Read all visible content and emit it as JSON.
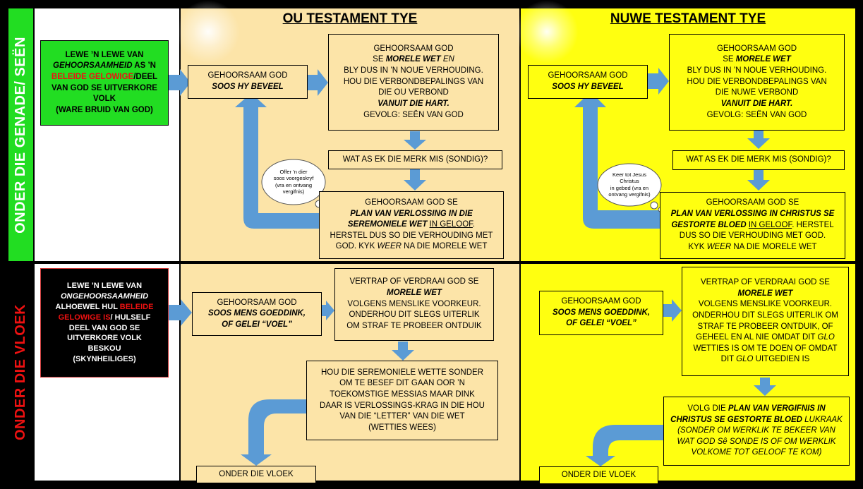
{
  "colors": {
    "ot_panel": "#fce4a8",
    "nt_panel": "#ffff10",
    "green_bar": "#22dd22",
    "arrow_blue": "#5b9bd5",
    "red_text": "#ee1111"
  },
  "headers": {
    "ot": "OU TESTAMENT TYE",
    "nt": "NUWE TESTAMENT TYE"
  },
  "sidebar": {
    "blessing": "ONDER DIE GENADE/ SEËN",
    "curse": "ONDER DIE VLOEK"
  },
  "blessing_box": {
    "l1": "LEWE ’N LEWE VAN",
    "l2a": "GEHOORSAAMHEID",
    "l2b": " AS ’N",
    "l3a": "BELEIDE GELOWIGE",
    "l3b": "/DEEL",
    "l4": "VAN GOD SE UITVERKORE",
    "l5": "VOLK",
    "l6": "(WARE BRUID VAN GOD)"
  },
  "curse_box": {
    "l1": "LEWE ’N LEWE VAN",
    "l2": "ONGEHOORSAAMHEID",
    "l3a": "ALHOEWEL HUL ",
    "l3b": "BELEIDE",
    "l4a": "GELOWIGE IS",
    "l4b": "/ HULSELF",
    "l5": "DEEL VAN GOD SE",
    "l6": "UITVERKORE VOLK",
    "l7": "BESKOU",
    "l8": "(SKYNHEILIGES)"
  },
  "ot_top": {
    "obey": {
      "l1": "GEHOORSAAM GOD",
      "l2": "SOOS HY BEVEEL"
    },
    "moral": {
      "l1": "GEHOORSAAM GOD",
      "l2a": "SE ",
      "l2b": "MORELE WET",
      "l2c": " EN",
      "l3": "BLY DUS IN ’N NOUE VERHOUDING.",
      "l4": "HOU DIE VERBONDBEPALINGS VAN",
      "l5": "DIE OU VERBOND",
      "l6": "VANUIT DIE HART.",
      "l7": "GEVOLG: SEËN VAN GOD"
    },
    "sin": "WAT AS EK DIE MERK MIS (SONDIG)?",
    "cloud": {
      "l1": "Offer ’n dier",
      "l2": "soos voorgeskryf",
      "l3": "(vra en ontvang",
      "l4": "vergifnis)"
    },
    "plan": {
      "l1": "GEHOORSAAM GOD SE",
      "l2": "PLAN VAN VERLOSSING IN DIE",
      "l3a": "SEREMONIELE WET",
      "l3b": " ",
      "l3c": "IN GELOOF",
      "l3d": ".",
      "l4": "HERSTEL DUS SO DIE VERHOUDING MET",
      "l5a": "GOD. KYK ",
      "l5b": "WEER",
      "l5c": " NA DIE MORELE WET"
    }
  },
  "nt_top": {
    "obey": {
      "l1": "GEHOORSAAM GOD",
      "l2": "SOOS HY BEVEEL"
    },
    "moral": {
      "l1": "GEHOORSAAM GOD",
      "l2a": "SE ",
      "l2b": "MORELE WET",
      "l3": "BLY DUS IN ’N NOUE VERHOUDING.",
      "l4": "HOU DIE VERBONDBEPALINGS VAN",
      "l5": "DIE NUWE VERBOND",
      "l6": "VANUIT DIE HART.",
      "l7": "GEVOLG: SEËN VAN GOD"
    },
    "sin": "WAT AS EK DIE MERK MIS (SONDIG)?",
    "cloud": {
      "l1": "Keer tot Jesus",
      "l2": "Christus",
      "l3": "in gebed (vra en",
      "l4": "ontvang vergifnis)"
    },
    "plan": {
      "l1": "GEHOORSAAM GOD SE",
      "l2": "PLAN VAN VERLOSSING IN CHRISTUS SE",
      "l3a": "GESTORTE BLOED",
      "l3b": " ",
      "l3c": "IN GELOOF",
      "l3d": ". HERSTEL",
      "l4": "DUS SO DIE VERHOUDING MET GOD.",
      "l5a": "KYK ",
      "l5b": "WEER",
      "l5c": " NA DIE MORELE WET"
    }
  },
  "ot_bottom": {
    "obey": {
      "l1": "GEHOORSAAM GOD",
      "l2": "SOOS MENS GOEDDINK,",
      "l3": "OF GELEI “VOEL”"
    },
    "moral": {
      "l1": "VERTRAP OF VERDRAAI GOD SE",
      "l2": "MORELE WET",
      "l3": "VOLGENS MENSLIKE VOORKEUR.",
      "l4": "ONDERHOU DIT SLEGS UITERLIK",
      "l5": "OM STRAF TE PROBEER ONTDUIK"
    },
    "cer": {
      "l1": "HOU DIE SEREMONIELE WETTE SONDER",
      "l2": "OM TE BESEF DIT GAAN OOR ’N",
      "l3": "TOEKOMSTIGE MESSIAS MAAR DINK",
      "l4": "DAAR IS VERLOSSINGS-KRAG IN DIE HOU",
      "l5": "VAN DIE “LETTER” VAN DIE WET",
      "l6": "(WETTIES WEES)"
    },
    "curse": "ONDER DIE VLOEK"
  },
  "nt_bottom": {
    "obey": {
      "l1": "GEHOORSAAM GOD",
      "l2": "SOOS MENS GOEDDINK,",
      "l3": "OF GELEI “VOEL”"
    },
    "moral": {
      "l1": "VERTRAP OF VERDRAAI GOD SE",
      "l2": "MORELE WET",
      "l3": "VOLGENS MENSLIKE VOORKEUR.",
      "l4": "ONDERHOU DIT SLEGS UITERLIK OM",
      "l5": "STRAF TE PROBEER ONTDUIK, OF",
      "l6": "GEHEEL EN AL NIE OMDAT DIT ",
      "l6b": "GLO",
      "l7": "WETTIES IS OM TE DOEN OF OMDAT",
      "l8a": "DIT ",
      "l8b": "GLO",
      "l8c": " UITGEDIEN IS"
    },
    "plan": {
      "l1a": "VOLG DIE ",
      "l1b": "PLAN VAN VERGIFNIS IN",
      "l2a": "CHRISTUS SE GESTORTE BLOED",
      "l2b": " LUKRAAK",
      "l3": "(SONDER OM WERKLIK TE BEKEER VAN",
      "l4": "WAT GOD Sê SONDE IS OF OM WERKLIK",
      "l5": "VOLKOME TOT GELOOF TE KOM)"
    },
    "curse": "ONDER DIE VLOEK"
  }
}
